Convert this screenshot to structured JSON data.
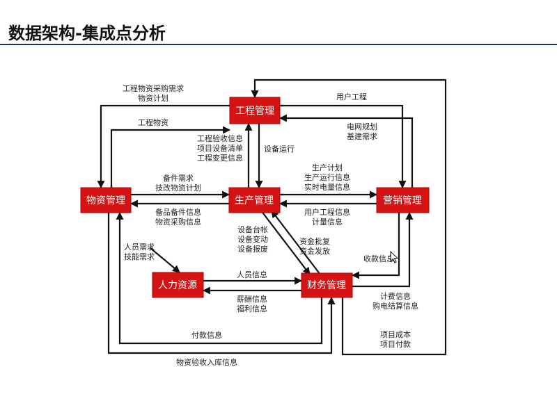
{
  "page": {
    "title": "数据架构-集成点分析"
  },
  "nodes": {
    "engineering": "工程管理",
    "materials": "物资管理",
    "production": "生产管理",
    "marketing": "营销管理",
    "hr": "人力资源",
    "finance": "财务管理"
  },
  "labels": {
    "eng_to_mat_1": "工程物资采购需求",
    "eng_to_mat_2": "物资计划",
    "mat_to_eng": "工程物资",
    "prod_to_eng_1": "工程验收信息",
    "prod_to_eng_2": "项目设备清单",
    "prod_to_eng_3": "工程变更信息",
    "eng_to_prod": "设备运行",
    "mkt_user_project": "用户工程",
    "mkt_grid_1": "电网规划",
    "mkt_grid_2": "基建需求",
    "mat_to_prod_1": "备件需求",
    "mat_to_prod_2": "技改物资计划",
    "prod_to_mat_1": "备品备件信息",
    "prod_to_mat_2": "物资采购信息",
    "prod_to_mkt_1": "生产计划",
    "prod_to_mkt_2": "生产运行信息",
    "prod_to_mkt_3": "实时电量信息",
    "mkt_to_prod_1": "用户工程信息",
    "mkt_to_prod_2": "计量信息",
    "prod_to_fin_1": "设备台帐",
    "prod_to_fin_2": "设备变动",
    "prod_to_fin_3": "设备报废",
    "fin_to_prod_1": "资金批复",
    "fin_to_prod_2": "资金发放",
    "hr_need_1": "人员需求",
    "hr_need_2": "技能需求",
    "hr_fin_people": "人员信息",
    "fin_hr_1": "薪酬信息",
    "fin_hr_2": "福利信息",
    "collection": "收款信息",
    "billing_1": "计费信息",
    "billing_2": "购电结算信息",
    "payment": "付款信息",
    "mat_receipt": "物资验收入库信息",
    "proj_1": "项目成本",
    "proj_2": "项目付款"
  },
  "colors": {
    "node_fill": "#d41414",
    "node_text": "#ffffff",
    "edge": "#111111",
    "title_rule": "#1f2f55"
  },
  "icons": [
    "mouse-cursor-icon"
  ]
}
